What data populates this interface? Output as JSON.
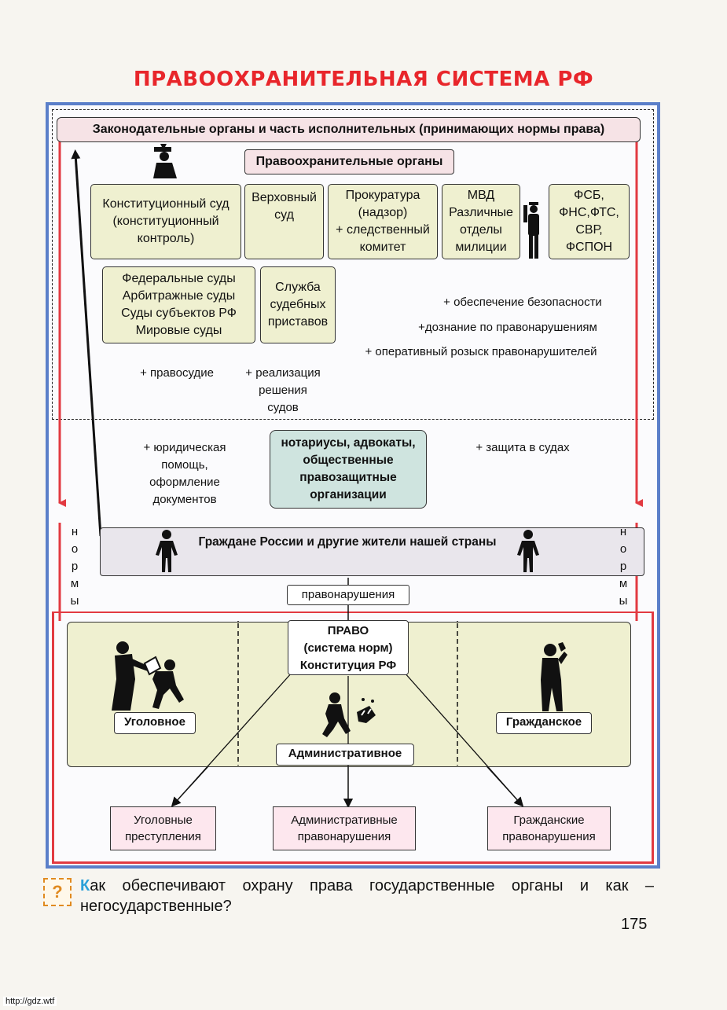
{
  "title": "ПРАВООХРАНИТЕЛЬНАЯ СИСТЕМА РФ",
  "top_bar": "Законодательные органы и часть исполнительных (принимающих нормы права)",
  "law_enforcement_header": "Правоохранительные органы",
  "bodies": {
    "constitutional_court": [
      "Конституционный суд",
      "(конституционный",
      "контроль)"
    ],
    "supreme_court": [
      "Верховный",
      "суд"
    ],
    "prosecutor": [
      "Прокуратура",
      "(надзор)",
      "+ следственный",
      "комитет"
    ],
    "mvd": [
      "МВД",
      "Различные",
      "отделы",
      "милиции"
    ],
    "fsb": [
      "ФСБ,",
      "ФНС,ФТС,",
      "СВР,",
      "ФСПОН"
    ],
    "courts": [
      "Федеральные суды",
      "Арбитражные суды",
      "Суды субъектов РФ",
      "Мировые суды"
    ],
    "bailiffs": [
      "Служба",
      "судебных",
      "приставов"
    ]
  },
  "functions": {
    "security": "+ обеспечение безопасности",
    "inquiry": "+дознание по правонарушениям",
    "search": "+ оперативный розыск правонарушителей",
    "justice": "+ правосудие",
    "execution": [
      "+ реализация",
      "решения",
      "судов"
    ]
  },
  "non_state": {
    "legal_help": [
      "+ юридическая",
      "помощь,",
      "оформление",
      "документов"
    ],
    "organizations": [
      "нотариусы, адвокаты,",
      "общественные",
      "правозащитные",
      "организации"
    ],
    "defense": "+ защита в судах"
  },
  "citizens": "Граждане России и другие жители нашей страны",
  "norms_left": [
    "н",
    "о",
    "р",
    "м",
    "ы"
  ],
  "norms_right": [
    "н",
    "о",
    "р",
    "м",
    "ы"
  ],
  "offenses": "правонарушения",
  "law": [
    "ПРАВО",
    "(система норм)",
    "Конституция РФ"
  ],
  "branches": {
    "criminal": "Уголовное",
    "administrative": "Административное",
    "civil": "Гражданское"
  },
  "outcomes": {
    "crimes": [
      "Уголовные",
      "преступления"
    ],
    "admin_offenses": [
      "Административные",
      "правонарушения"
    ],
    "civil_offenses": [
      "Гражданские",
      "правонарушения"
    ]
  },
  "question_mark": "?",
  "question_first": "К",
  "question_rest": "ак обеспечивают охрану права государственные органы и как – негосударственные?",
  "page_number": "175",
  "watermark": "http://gdz.wtf",
  "colors": {
    "title_red": "#e8262b",
    "frame_blue": "#5b7fc9",
    "arrow_red": "#e23a41"
  }
}
